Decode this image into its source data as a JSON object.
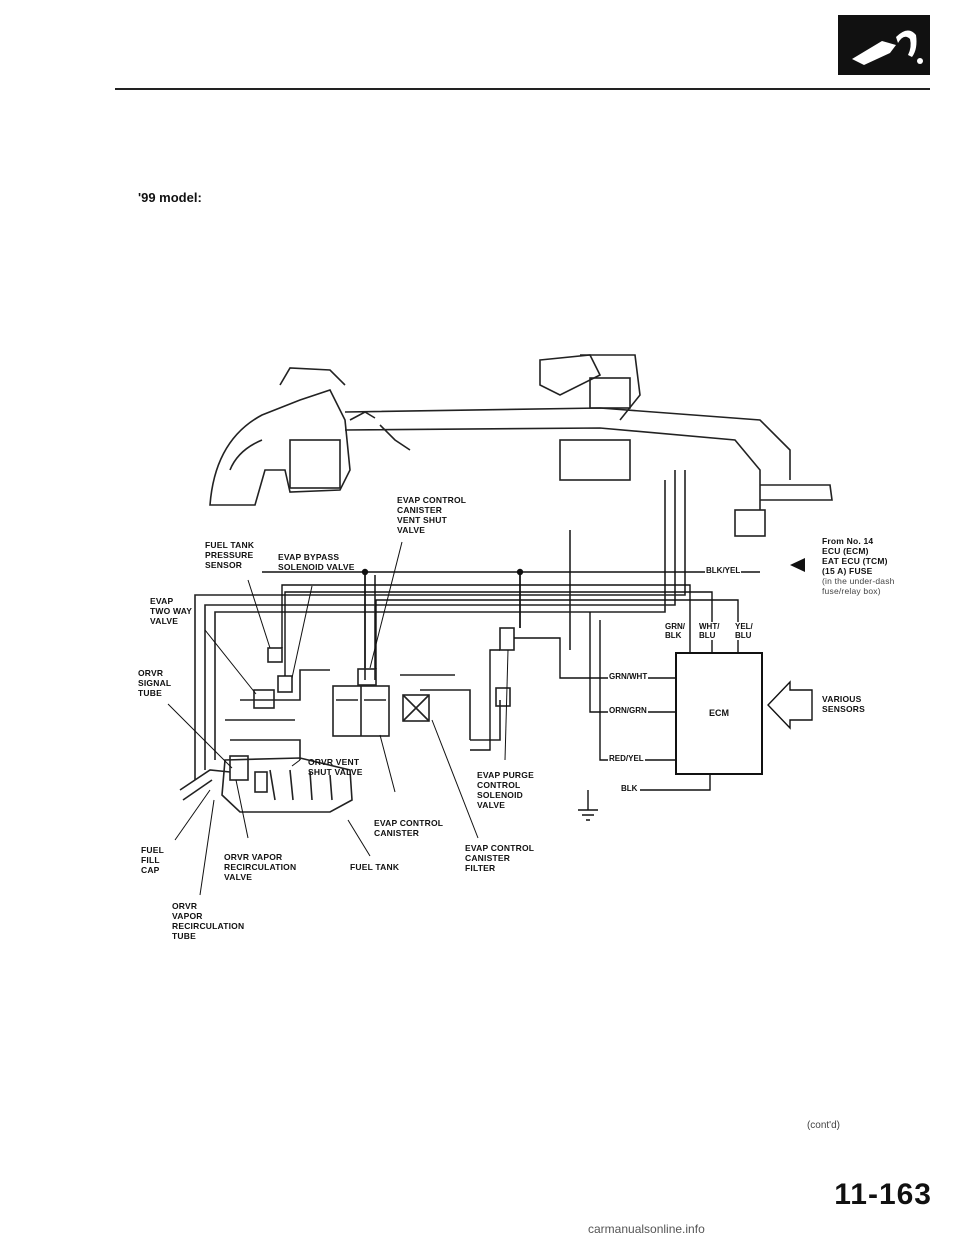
{
  "header": {
    "model_label": "'99 model:"
  },
  "components": {
    "fuel_tank_pressure_sensor": "FUEL TANK\nPRESSURE\nSENSOR",
    "evap_bypass_solenoid_valve": "EVAP BYPASS\nSOLENOID VALVE",
    "evap_canister_vent_shut_valve": "EVAP CONTROL\nCANISTER\nVENT SHUT\nVALVE",
    "evap_two_way_valve": "EVAP\nTWO WAY\nVALVE",
    "orvr_signal_tube": "ORVR\nSIGNAL\nTUBE",
    "orvr_vent_shut_valve": "ORVR VENT\nSHUT VALVE",
    "evap_purge_solenoid_valve": "EVAP PURGE\nCONTROL\nSOLENOID\nVALVE",
    "evap_control_canister": "EVAP CONTROL\nCANISTER",
    "fuel_fill_cap": "FUEL\nFILL\nCAP",
    "orvr_vapor_recirculation_valve": "ORVR VAPOR\nRECIRCULATION\nVALVE",
    "fuel_tank": "FUEL TANK",
    "evap_canister_filter": "EVAP CONTROL\nCANISTER\nFILTER",
    "orvr_vapor_recirculation_tube": "ORVR\nVAPOR\nRECIRCULATION\nTUBE",
    "ecm": "ECM",
    "various_sensors": "VARIOUS\nSENSORS",
    "fuse_note_bold": "From No. 14\nECU (ECM)\nEAT ECU (TCM)\n(15 A) FUSE",
    "fuse_note_light": "(in the under-dash\nfuse/relay box)"
  },
  "wires": {
    "blk_yel": "BLK/YEL",
    "grn_blk": "GRN/\nBLK",
    "wht_blu": "WHT/\nBLU",
    "yel_blu": "YEL/\nBLU",
    "grn_wht": "GRN/WHT",
    "orn_grn": "ORN/GRN",
    "red_yel": "RED/YEL",
    "blk": "BLK"
  },
  "footer": {
    "contd": "(cont'd)",
    "page_number": "11-163",
    "watermark": "carmanualsonline.info"
  }
}
